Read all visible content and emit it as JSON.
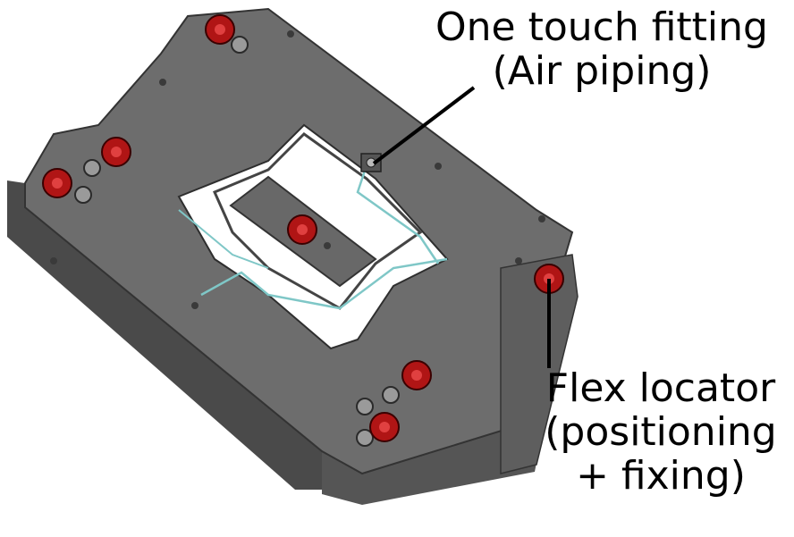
{
  "annotations": {
    "fitting": {
      "line1": "One touch fitting",
      "line2": "(Air piping)"
    },
    "locator": {
      "line1": "Flex locator",
      "line2": "(positioning",
      "line3": "+ fixing)"
    }
  },
  "colors": {
    "plate_top": "#6b6b6b",
    "plate_side": "#505050",
    "plate_dark": "#3e3e3e",
    "opening": "#ffffff",
    "locator_red": "#b01515",
    "piping": "#7fc7c7",
    "leader": "#000000"
  },
  "icons": [
    "flex-locator-icon",
    "bolt-icon",
    "one-touch-fitting-icon",
    "air-piping-line"
  ]
}
